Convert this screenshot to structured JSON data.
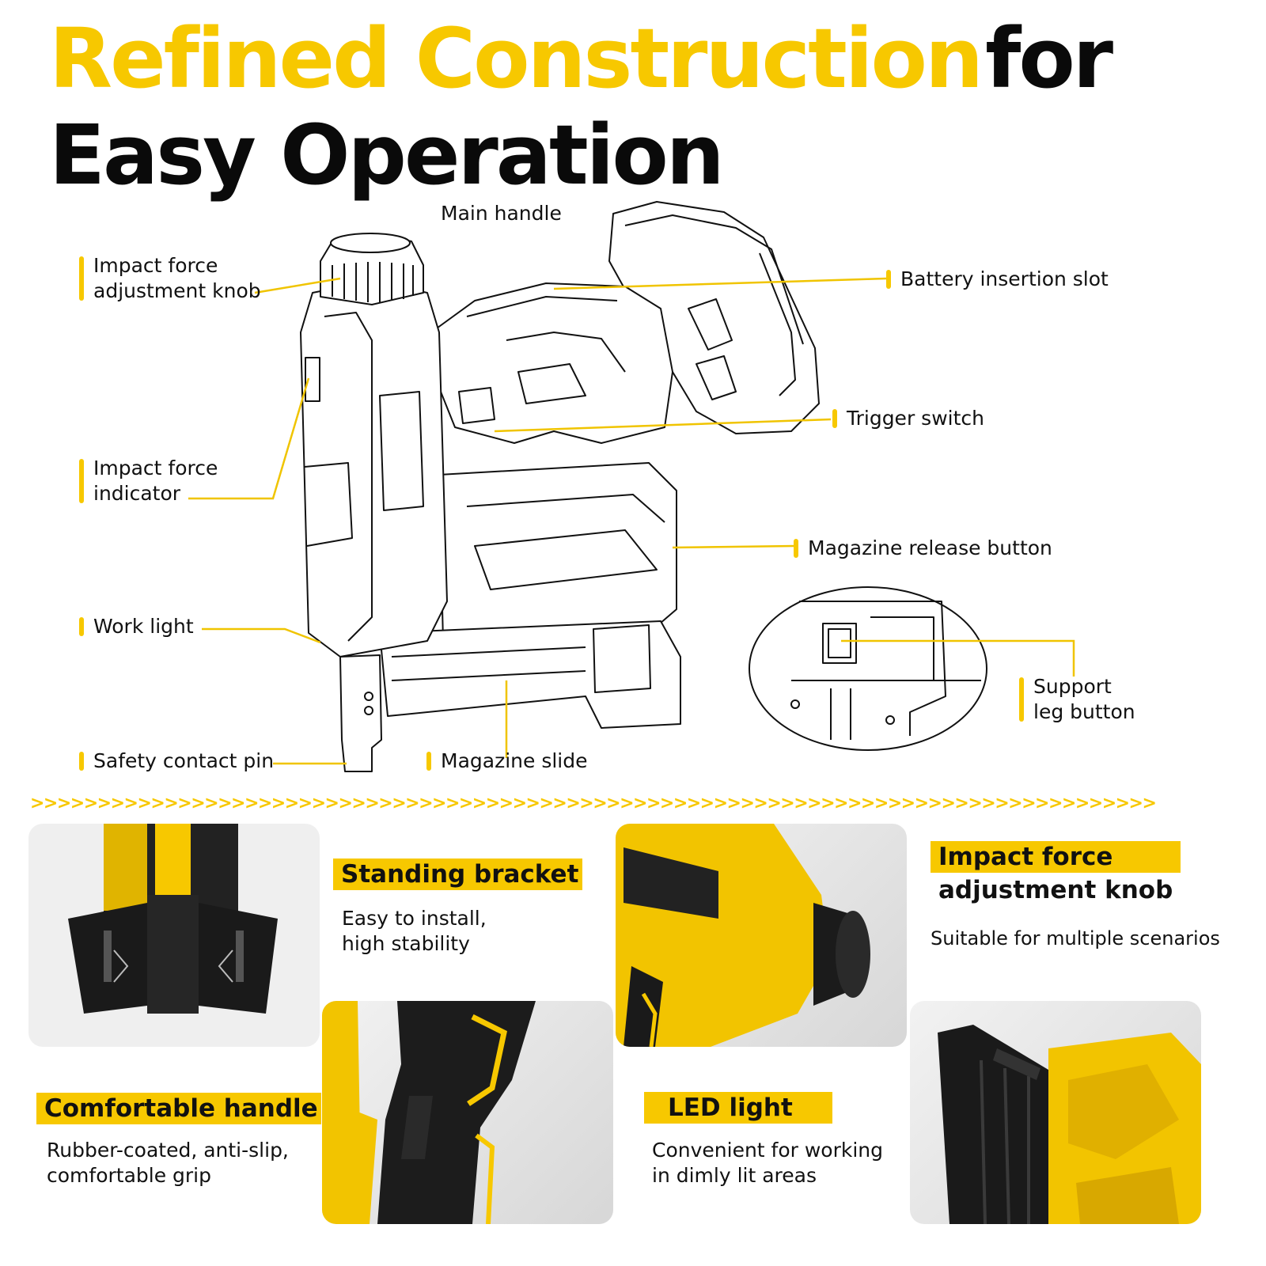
{
  "header": {
    "title_part1": "Refined Construction",
    "title_part2": "for",
    "title_line2": "Easy Operation"
  },
  "diagram": {
    "labels": {
      "main_handle": "Main handle",
      "impact_knob_line1": "Impact force",
      "impact_knob_line2": "adjustment knob",
      "battery_slot": "Battery insertion slot",
      "trigger_switch": "Trigger switch",
      "impact_indicator_line1": "Impact force",
      "impact_indicator_line2": "indicator",
      "magazine_release": "Magazine release button",
      "work_light": "Work light",
      "support_leg_line1": "Support",
      "support_leg_line2": "leg button",
      "safety_pin": "Safety contact pin",
      "magazine_slide": "Magazine slide"
    }
  },
  "divider": ">>>>>>>>>>>>>>>>>>>>>>>>>>>>>>>>>>>>>>>>>>>>>>>>>>>>>>>>>>>>>>>>>>>>>>>>>>>>>>>>>>>>",
  "features": {
    "standing_bracket": {
      "title": "Standing bracket",
      "desc_line1": "Easy to install,",
      "desc_line2": "high stability"
    },
    "impact_knob": {
      "title_line1": "Impact force",
      "title_line2": "adjustment knob",
      "desc": "Suitable for multiple scenarios"
    },
    "comfortable_handle": {
      "title": "Comfortable handle",
      "desc_line1": "Rubber-coated, anti-slip,",
      "desc_line2": "comfortable grip"
    },
    "led_light": {
      "title": "LED light",
      "desc_line1": "Convenient for working",
      "desc_line2": "in dimly lit areas"
    }
  },
  "colors": {
    "accent": "#f7c800",
    "text": "#111111",
    "panel": "#e2e2e2"
  }
}
